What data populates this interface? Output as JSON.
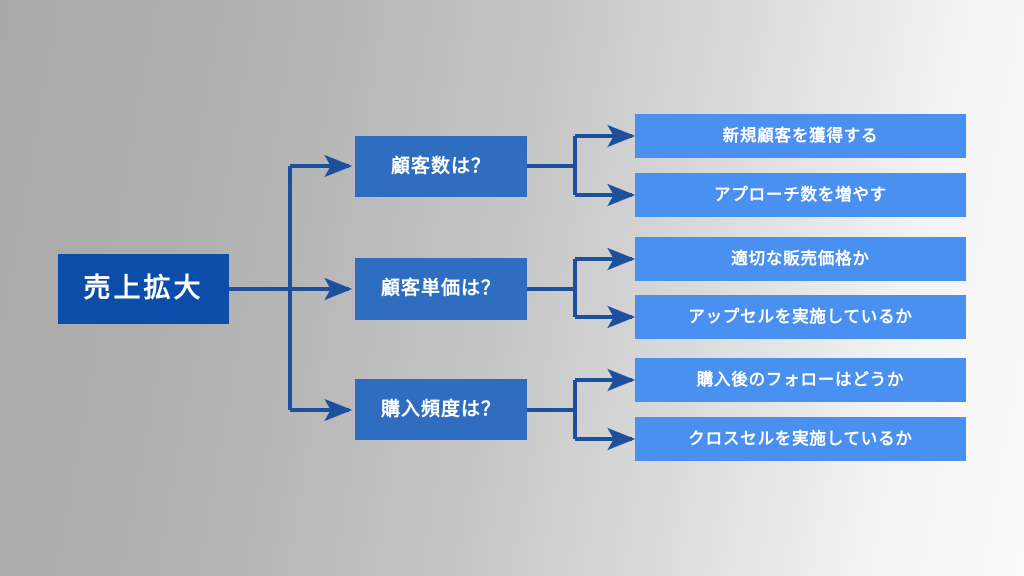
{
  "diagram": {
    "type": "logic-tree",
    "title_text": "売上拡大",
    "colors": {
      "root": "#0b4da8",
      "middle": "#2e6dbf",
      "leaf": "#4a90f0",
      "connector": "#1d4f9e",
      "text": "#ffffff",
      "background_left": "#a9a9a9",
      "background_right": "#fbfbfb"
    },
    "root": {
      "label": "売上拡大"
    },
    "branches": [
      {
        "label": "顧客数は？",
        "leaves": [
          {
            "label": "新規顧客を獲得する"
          },
          {
            "label": "アプローチ数を増やす"
          }
        ]
      },
      {
        "label": "顧客単価は？",
        "leaves": [
          {
            "label": "適切な販売価格か"
          },
          {
            "label": "アップセルを実施しているか"
          }
        ]
      },
      {
        "label": "購入頻度は？",
        "leaves": [
          {
            "label": "購入後のフォローはどうか"
          },
          {
            "label": "クロスセルを実施しているか"
          }
        ]
      }
    ]
  }
}
